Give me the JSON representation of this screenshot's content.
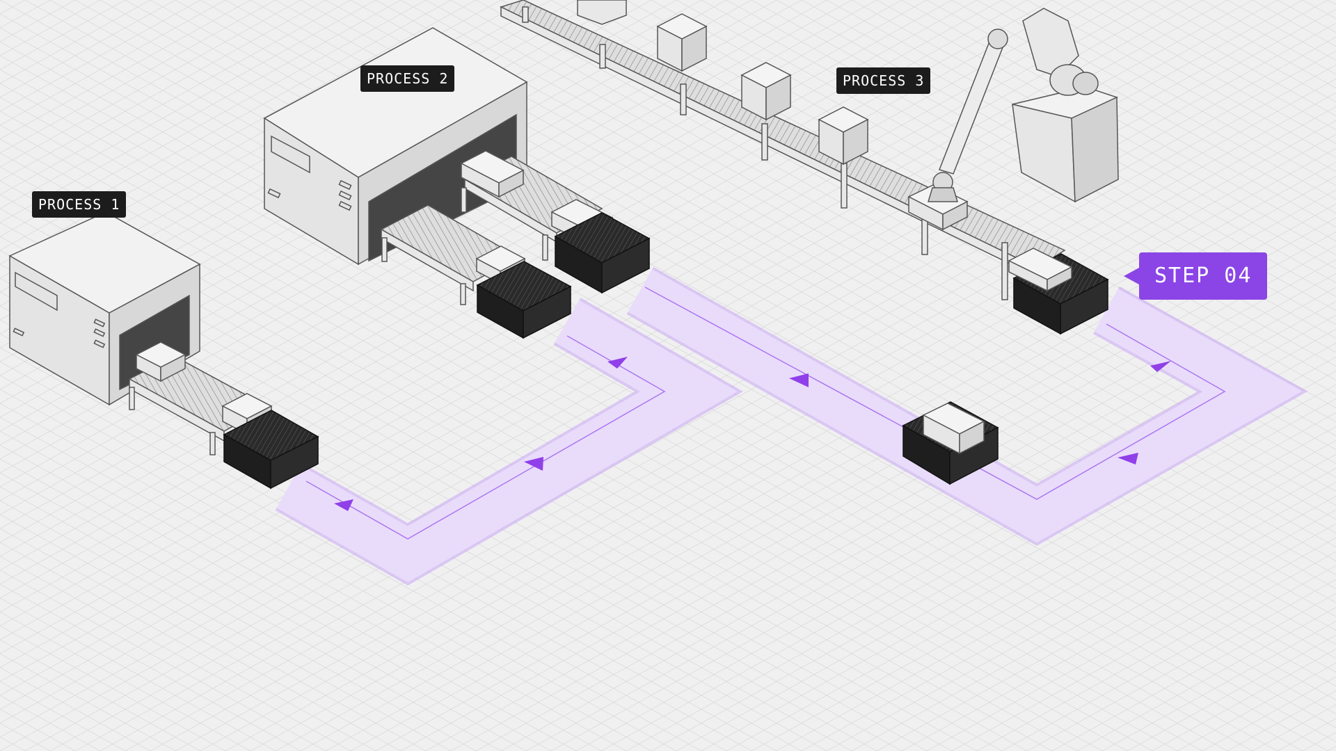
{
  "labels": {
    "process_1": "PROCESS 1",
    "process_2": "PROCESS 2",
    "process_3": "PROCESS 3",
    "step": "STEP 04"
  },
  "colors": {
    "background": "#f0f0f0",
    "grid": "#dadada",
    "path_fill": "#e6d6fb",
    "path_edge": "#c9a6f5",
    "path_line": "#9b5cf0",
    "arrow": "#9040e8",
    "accent": "#8b45e6",
    "tag_bg": "#1c1c1c",
    "robot_dark": "#1e1e1e",
    "machine_light": "#e8e8e8",
    "machine_side": "#d6d6d6",
    "machine_opening": "#454545"
  }
}
